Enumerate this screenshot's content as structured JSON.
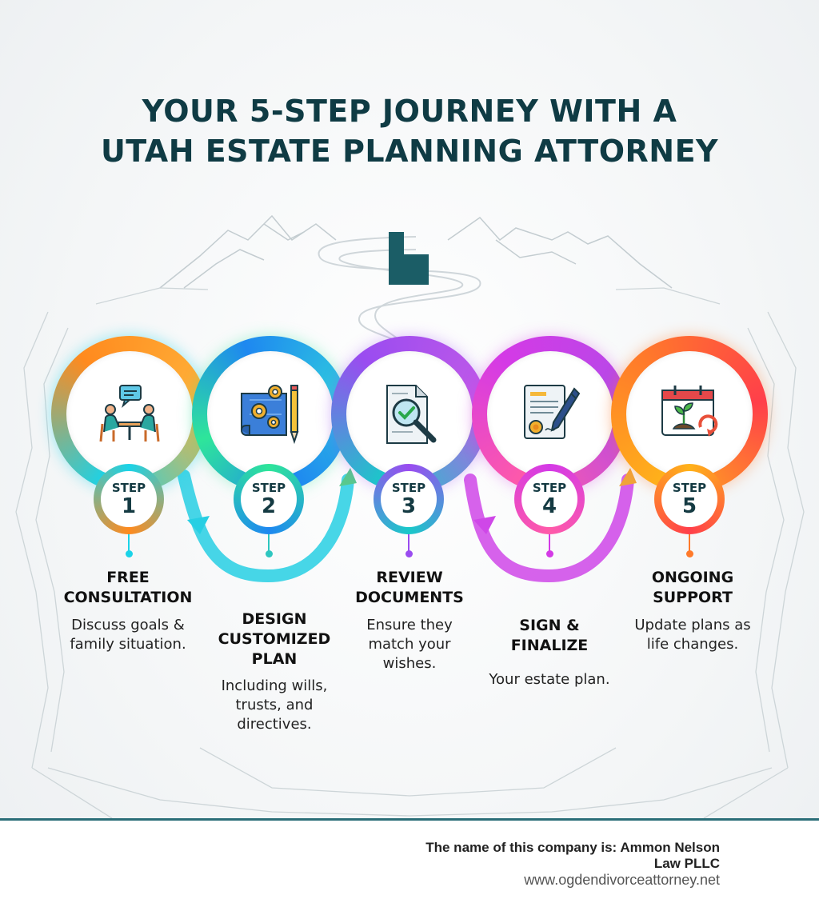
{
  "title": {
    "line1": "YOUR 5-STEP JOURNEY WITH A",
    "line2": "UTAH ESTATE PLANNING ATTORNEY"
  },
  "steps": [
    {
      "badge_word": "STEP",
      "number": "1",
      "title": [
        "FREE",
        "CONSULTATION"
      ],
      "desc": [
        "Discuss goals &",
        "family situation."
      ],
      "icon": "consultation-icon",
      "colors": [
        "#1ad3e8",
        "#ff8a1e"
      ]
    },
    {
      "badge_word": "STEP",
      "number": "2",
      "title": [
        "DESIGN",
        "CUSTOMIZED",
        "PLAN"
      ],
      "desc": [
        "Including wills,",
        "trusts, and",
        "directives."
      ],
      "icon": "blueprint-gears-icon",
      "colors": [
        "#1e88f0",
        "#2ee59a"
      ]
    },
    {
      "badge_word": "STEP",
      "number": "3",
      "title": [
        "REVIEW",
        "DOCUMENTS"
      ],
      "desc": [
        "Ensure they",
        "match your",
        "wishes."
      ],
      "icon": "document-magnifier-icon",
      "colors": [
        "#9a4cf0",
        "#19c9c9"
      ]
    },
    {
      "badge_word": "STEP",
      "number": "4",
      "title": [
        "SIGN &",
        "FINALIZE"
      ],
      "desc": [
        "Your estate plan."
      ],
      "icon": "signing-pen-icon",
      "colors": [
        "#d43ae6",
        "#ff5aa8"
      ]
    },
    {
      "badge_word": "STEP",
      "number": "5",
      "title": [
        "ONGOING",
        "SUPPORT"
      ],
      "desc": [
        "Update plans as",
        "life changes."
      ],
      "icon": "calendar-plant-icon",
      "colors": [
        "#ffb21a",
        "#ff3f4a"
      ]
    }
  ],
  "footer": {
    "company_line1": "The name of this company is: Ammon Nelson",
    "company_line2": "Law PLLC",
    "website": "www.ogdendivorceattorney.net"
  }
}
